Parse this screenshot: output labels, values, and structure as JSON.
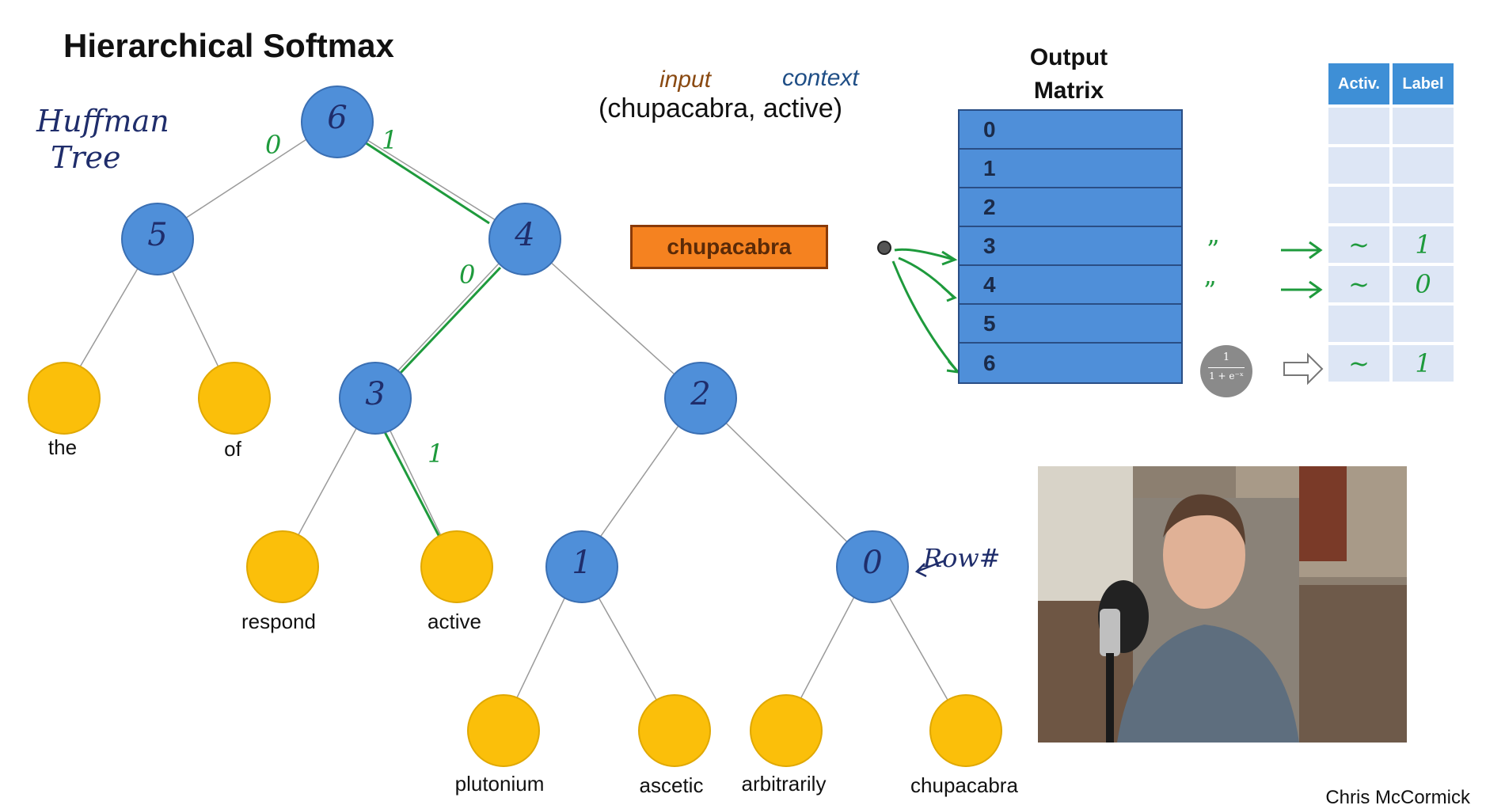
{
  "title": "Hierarchical Softmax",
  "huffman_note": [
    "Huffman",
    "Tree"
  ],
  "pair": {
    "input_label": "input",
    "context_label": "context",
    "text": "(chupacabra,  active)",
    "input_color": "#8a4a12",
    "context_color": "#1f4e86"
  },
  "tree": {
    "inner_nodes": [
      "6",
      "5",
      "4",
      "3",
      "2",
      "1",
      "0"
    ],
    "leaf_words": [
      "the",
      "of",
      "respond",
      "active",
      "plutonium",
      "ascetic",
      "arbitrarily",
      "chupacabra"
    ],
    "edge_labels": [
      "0",
      "1",
      "0",
      "1"
    ],
    "row_note": "Row#"
  },
  "input_word": "chupacabra",
  "matrix": {
    "title_line1": "Output",
    "title_line2": "Matrix",
    "rows": [
      "0",
      "1",
      "2",
      "3",
      "4",
      "5",
      "6"
    ]
  },
  "table": {
    "headers": [
      "Activ.",
      "Label"
    ],
    "rows": [
      [
        "",
        ""
      ],
      [
        "",
        ""
      ],
      [
        "",
        ""
      ],
      [
        "~",
        "1"
      ],
      [
        "~",
        "0"
      ],
      [
        "",
        ""
      ],
      [
        "~",
        "1"
      ]
    ]
  },
  "sigmoid": {
    "numerator": "1",
    "denominator": "1 + e⁻ˣ"
  },
  "ditto": [
    "”",
    "”"
  ],
  "credit": "Chris McCormick",
  "colors": {
    "inner_node": "#4f8fd9",
    "leaf_node": "#fbbf0a",
    "path_green": "#1e9a3c",
    "input_box": "#f58220"
  }
}
